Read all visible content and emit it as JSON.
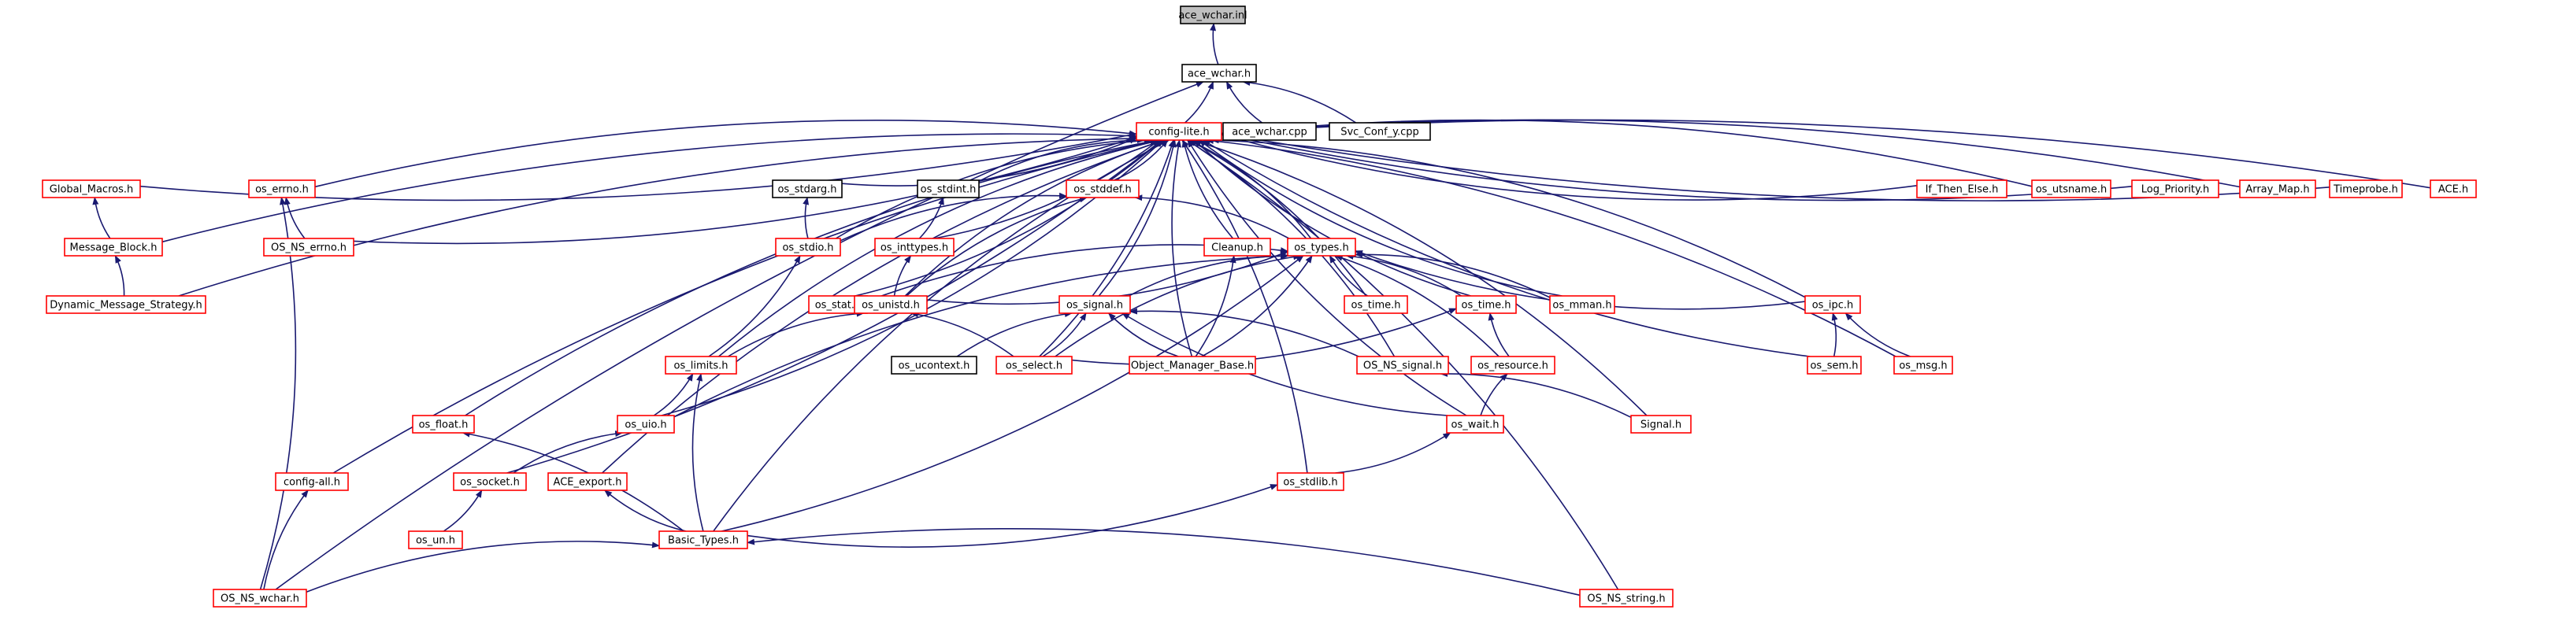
{
  "colors": {
    "edge": "#191970",
    "border_red": "#ff0000",
    "border_black": "#000000",
    "root_fill": "#bfbfbf",
    "node_fill": "#ffffff"
  },
  "nodes": [
    {
      "id": "ace_wchar_inl",
      "label": "ace_wchar.inl",
      "style": "root"
    },
    {
      "id": "ace_wchar_h",
      "label": "ace_wchar.h",
      "style": "black"
    },
    {
      "id": "config_lite_h",
      "label": "config-lite.h",
      "style": "red"
    },
    {
      "id": "ace_wchar_cpp",
      "label": "ace_wchar.cpp",
      "style": "black"
    },
    {
      "id": "svc_conf_y_cpp",
      "label": "Svc_Conf_y.cpp",
      "style": "black"
    },
    {
      "id": "global_macros_h",
      "label": "Global_Macros.h",
      "style": "red"
    },
    {
      "id": "os_errno_h",
      "label": "os_errno.h",
      "style": "red"
    },
    {
      "id": "os_stdarg_h",
      "label": "os_stdarg.h",
      "style": "black"
    },
    {
      "id": "os_stdint_h",
      "label": "os_stdint.h",
      "style": "black"
    },
    {
      "id": "os_stddef_h",
      "label": "os_stddef.h",
      "style": "red"
    },
    {
      "id": "if_then_else_h",
      "label": "If_Then_Else.h",
      "style": "red"
    },
    {
      "id": "os_utsname_h",
      "label": "os_utsname.h",
      "style": "red"
    },
    {
      "id": "log_priority_h",
      "label": "Log_Priority.h",
      "style": "red"
    },
    {
      "id": "array_map_h",
      "label": "Array_Map.h",
      "style": "red"
    },
    {
      "id": "timeprobe_h",
      "label": "Timeprobe.h",
      "style": "red"
    },
    {
      "id": "ace_h",
      "label": "ACE.h",
      "style": "red"
    },
    {
      "id": "message_block_h",
      "label": "Message_Block.h",
      "style": "red"
    },
    {
      "id": "os_ns_errno_h",
      "label": "OS_NS_errno.h",
      "style": "red"
    },
    {
      "id": "os_stdio_h",
      "label": "os_stdio.h",
      "style": "red"
    },
    {
      "id": "os_inttypes_h",
      "label": "os_inttypes.h",
      "style": "red"
    },
    {
      "id": "cleanup_h",
      "label": "Cleanup.h",
      "style": "red"
    },
    {
      "id": "os_types_h",
      "label": "os_types.h",
      "style": "red"
    },
    {
      "id": "dynamic_message_strategy_h",
      "label": "Dynamic_Message_Strategy.h",
      "style": "red"
    },
    {
      "id": "os_stat_h",
      "label": "os_stat.h",
      "style": "red"
    },
    {
      "id": "os_unistd_h",
      "label": "os_unistd.h",
      "style": "red"
    },
    {
      "id": "os_signal_h",
      "label": "os_signal.h",
      "style": "red"
    },
    {
      "id": "os_time_h",
      "label": "os_time.h",
      "style": "red"
    },
    {
      "id": "os_time_h2",
      "label": "os_time.h",
      "style": "red"
    },
    {
      "id": "os_mman_h",
      "label": "os_mman.h",
      "style": "red"
    },
    {
      "id": "os_ipc_h",
      "label": "os_ipc.h",
      "style": "red"
    },
    {
      "id": "os_limits_h",
      "label": "os_limits.h",
      "style": "red"
    },
    {
      "id": "os_ucontext_h",
      "label": "os_ucontext.h",
      "style": "black"
    },
    {
      "id": "os_select_h",
      "label": "os_select.h",
      "style": "red"
    },
    {
      "id": "object_manager_base_h",
      "label": "Object_Manager_Base.h",
      "style": "red"
    },
    {
      "id": "os_ns_signal_h",
      "label": "OS_NS_signal.h",
      "style": "red"
    },
    {
      "id": "os_resource_h",
      "label": "os_resource.h",
      "style": "red"
    },
    {
      "id": "os_sem_h",
      "label": "os_sem.h",
      "style": "red"
    },
    {
      "id": "os_msg_h",
      "label": "os_msg.h",
      "style": "red"
    },
    {
      "id": "os_float_h",
      "label": "os_float.h",
      "style": "red"
    },
    {
      "id": "os_uio_h",
      "label": "os_uio.h",
      "style": "red"
    },
    {
      "id": "os_wait_h",
      "label": "os_wait.h",
      "style": "red"
    },
    {
      "id": "signal_h",
      "label": "Signal.h",
      "style": "red"
    },
    {
      "id": "config_all_h",
      "label": "config-all.h",
      "style": "red"
    },
    {
      "id": "os_socket_h",
      "label": "os_socket.h",
      "style": "red"
    },
    {
      "id": "ace_export_h",
      "label": "ACE_export.h",
      "style": "red"
    },
    {
      "id": "os_stdlib_h",
      "label": "os_stdlib.h",
      "style": "red"
    },
    {
      "id": "os_un_h",
      "label": "os_un.h",
      "style": "red"
    },
    {
      "id": "basic_types_h",
      "label": "Basic_Types.h",
      "style": "red"
    },
    {
      "id": "os_ns_wchar_h",
      "label": "OS_NS_wchar.h",
      "style": "red"
    },
    {
      "id": "os_ns_string_h",
      "label": "OS_NS_string.h",
      "style": "red"
    }
  ],
  "edges": [
    [
      "ace_wchar_h",
      "ace_wchar_inl"
    ],
    [
      "config_lite_h",
      "ace_wchar_h"
    ],
    [
      "ace_wchar_cpp",
      "ace_wchar_h"
    ],
    [
      "svc_conf_y_cpp",
      "ace_wchar_h"
    ],
    [
      "os_ns_wchar_h",
      "ace_wchar_h"
    ],
    [
      "global_macros_h",
      "config_lite_h"
    ],
    [
      "os_errno_h",
      "config_lite_h"
    ],
    [
      "os_stdarg_h",
      "config_lite_h"
    ],
    [
      "os_stdint_h",
      "config_lite_h"
    ],
    [
      "os_stddef_h",
      "config_lite_h"
    ],
    [
      "if_then_else_h",
      "config_lite_h"
    ],
    [
      "os_utsname_h",
      "config_lite_h"
    ],
    [
      "log_priority_h",
      "config_lite_h"
    ],
    [
      "array_map_h",
      "config_lite_h"
    ],
    [
      "timeprobe_h",
      "config_lite_h"
    ],
    [
      "ace_h",
      "config_lite_h"
    ],
    [
      "message_block_h",
      "config_lite_h"
    ],
    [
      "os_ns_errno_h",
      "config_lite_h"
    ],
    [
      "os_stdio_h",
      "config_lite_h"
    ],
    [
      "os_inttypes_h",
      "config_lite_h"
    ],
    [
      "cleanup_h",
      "config_lite_h"
    ],
    [
      "os_types_h",
      "config_lite_h"
    ],
    [
      "dynamic_message_strategy_h",
      "config_lite_h"
    ],
    [
      "os_stat_h",
      "config_lite_h"
    ],
    [
      "os_unistd_h",
      "config_lite_h"
    ],
    [
      "os_signal_h",
      "config_lite_h"
    ],
    [
      "os_time_h",
      "config_lite_h"
    ],
    [
      "os_time_h2",
      "config_lite_h"
    ],
    [
      "os_mman_h",
      "config_lite_h"
    ],
    [
      "os_ipc_h",
      "config_lite_h"
    ],
    [
      "os_limits_h",
      "config_lite_h"
    ],
    [
      "os_select_h",
      "config_lite_h"
    ],
    [
      "object_manager_base_h",
      "config_lite_h"
    ],
    [
      "os_ns_signal_h",
      "config_lite_h"
    ],
    [
      "os_sem_h",
      "config_lite_h"
    ],
    [
      "os_msg_h",
      "config_lite_h"
    ],
    [
      "os_float_h",
      "config_lite_h"
    ],
    [
      "os_uio_h",
      "config_lite_h"
    ],
    [
      "os_wait_h",
      "config_lite_h"
    ],
    [
      "signal_h",
      "config_lite_h"
    ],
    [
      "config_all_h",
      "config_lite_h"
    ],
    [
      "os_socket_h",
      "config_lite_h"
    ],
    [
      "ace_export_h",
      "config_lite_h"
    ],
    [
      "os_stdlib_h",
      "config_lite_h"
    ],
    [
      "basic_types_h",
      "config_lite_h"
    ],
    [
      "os_ns_string_h",
      "config_lite_h"
    ],
    [
      "message_block_h",
      "global_macros_h"
    ],
    [
      "dynamic_message_strategy_h",
      "message_block_h"
    ],
    [
      "os_ns_errno_h",
      "os_errno_h"
    ],
    [
      "os_ns_wchar_h",
      "os_errno_h"
    ],
    [
      "os_stdio_h",
      "os_stdarg_h"
    ],
    [
      "os_inttypes_h",
      "os_stdint_h"
    ],
    [
      "os_stdio_h",
      "os_stddef_h"
    ],
    [
      "os_types_h",
      "os_stddef_h"
    ],
    [
      "os_unistd_h",
      "os_stddef_h"
    ],
    [
      "os_limits_h",
      "os_stdio_h"
    ],
    [
      "os_unistd_h",
      "os_inttypes_h"
    ],
    [
      "object_manager_base_h",
      "cleanup_h"
    ],
    [
      "os_stat_h",
      "os_types_h"
    ],
    [
      "os_unistd_h",
      "os_types_h"
    ],
    [
      "os_signal_h",
      "os_types_h"
    ],
    [
      "os_time_h",
      "os_types_h"
    ],
    [
      "os_time_h2",
      "os_types_h"
    ],
    [
      "os_mman_h",
      "os_types_h"
    ],
    [
      "os_ipc_h",
      "os_types_h"
    ],
    [
      "object_manager_base_h",
      "os_types_h"
    ],
    [
      "os_select_h",
      "os_types_h"
    ],
    [
      "os_resource_h",
      "os_types_h"
    ],
    [
      "os_uio_h",
      "os_types_h"
    ],
    [
      "basic_types_h",
      "os_types_h"
    ],
    [
      "os_limits_h",
      "os_unistd_h"
    ],
    [
      "os_select_h",
      "os_unistd_h"
    ],
    [
      "os_ucontext_h",
      "os_signal_h"
    ],
    [
      "os_select_h",
      "os_signal_h"
    ],
    [
      "object_manager_base_h",
      "os_signal_h"
    ],
    [
      "os_ns_signal_h",
      "os_signal_h"
    ],
    [
      "os_wait_h",
      "os_signal_h"
    ],
    [
      "os_select_h",
      "os_time_h"
    ],
    [
      "os_resource_h",
      "os_time_h"
    ],
    [
      "os_sem_h",
      "os_ipc_h"
    ],
    [
      "os_msg_h",
      "os_ipc_h"
    ],
    [
      "os_uio_h",
      "os_limits_h"
    ],
    [
      "basic_types_h",
      "os_limits_h"
    ],
    [
      "signal_h",
      "os_ns_signal_h"
    ],
    [
      "os_wait_h",
      "os_resource_h"
    ],
    [
      "basic_types_h",
      "os_float_h"
    ],
    [
      "os_socket_h",
      "os_uio_h"
    ],
    [
      "os_stdlib_h",
      "os_wait_h"
    ],
    [
      "os_ns_wchar_h",
      "config_all_h"
    ],
    [
      "os_un_h",
      "os_socket_h"
    ],
    [
      "basic_types_h",
      "ace_export_h"
    ],
    [
      "basic_types_h",
      "os_stdlib_h"
    ],
    [
      "os_ns_wchar_h",
      "basic_types_h"
    ],
    [
      "os_ns_string_h",
      "basic_types_h"
    ]
  ]
}
